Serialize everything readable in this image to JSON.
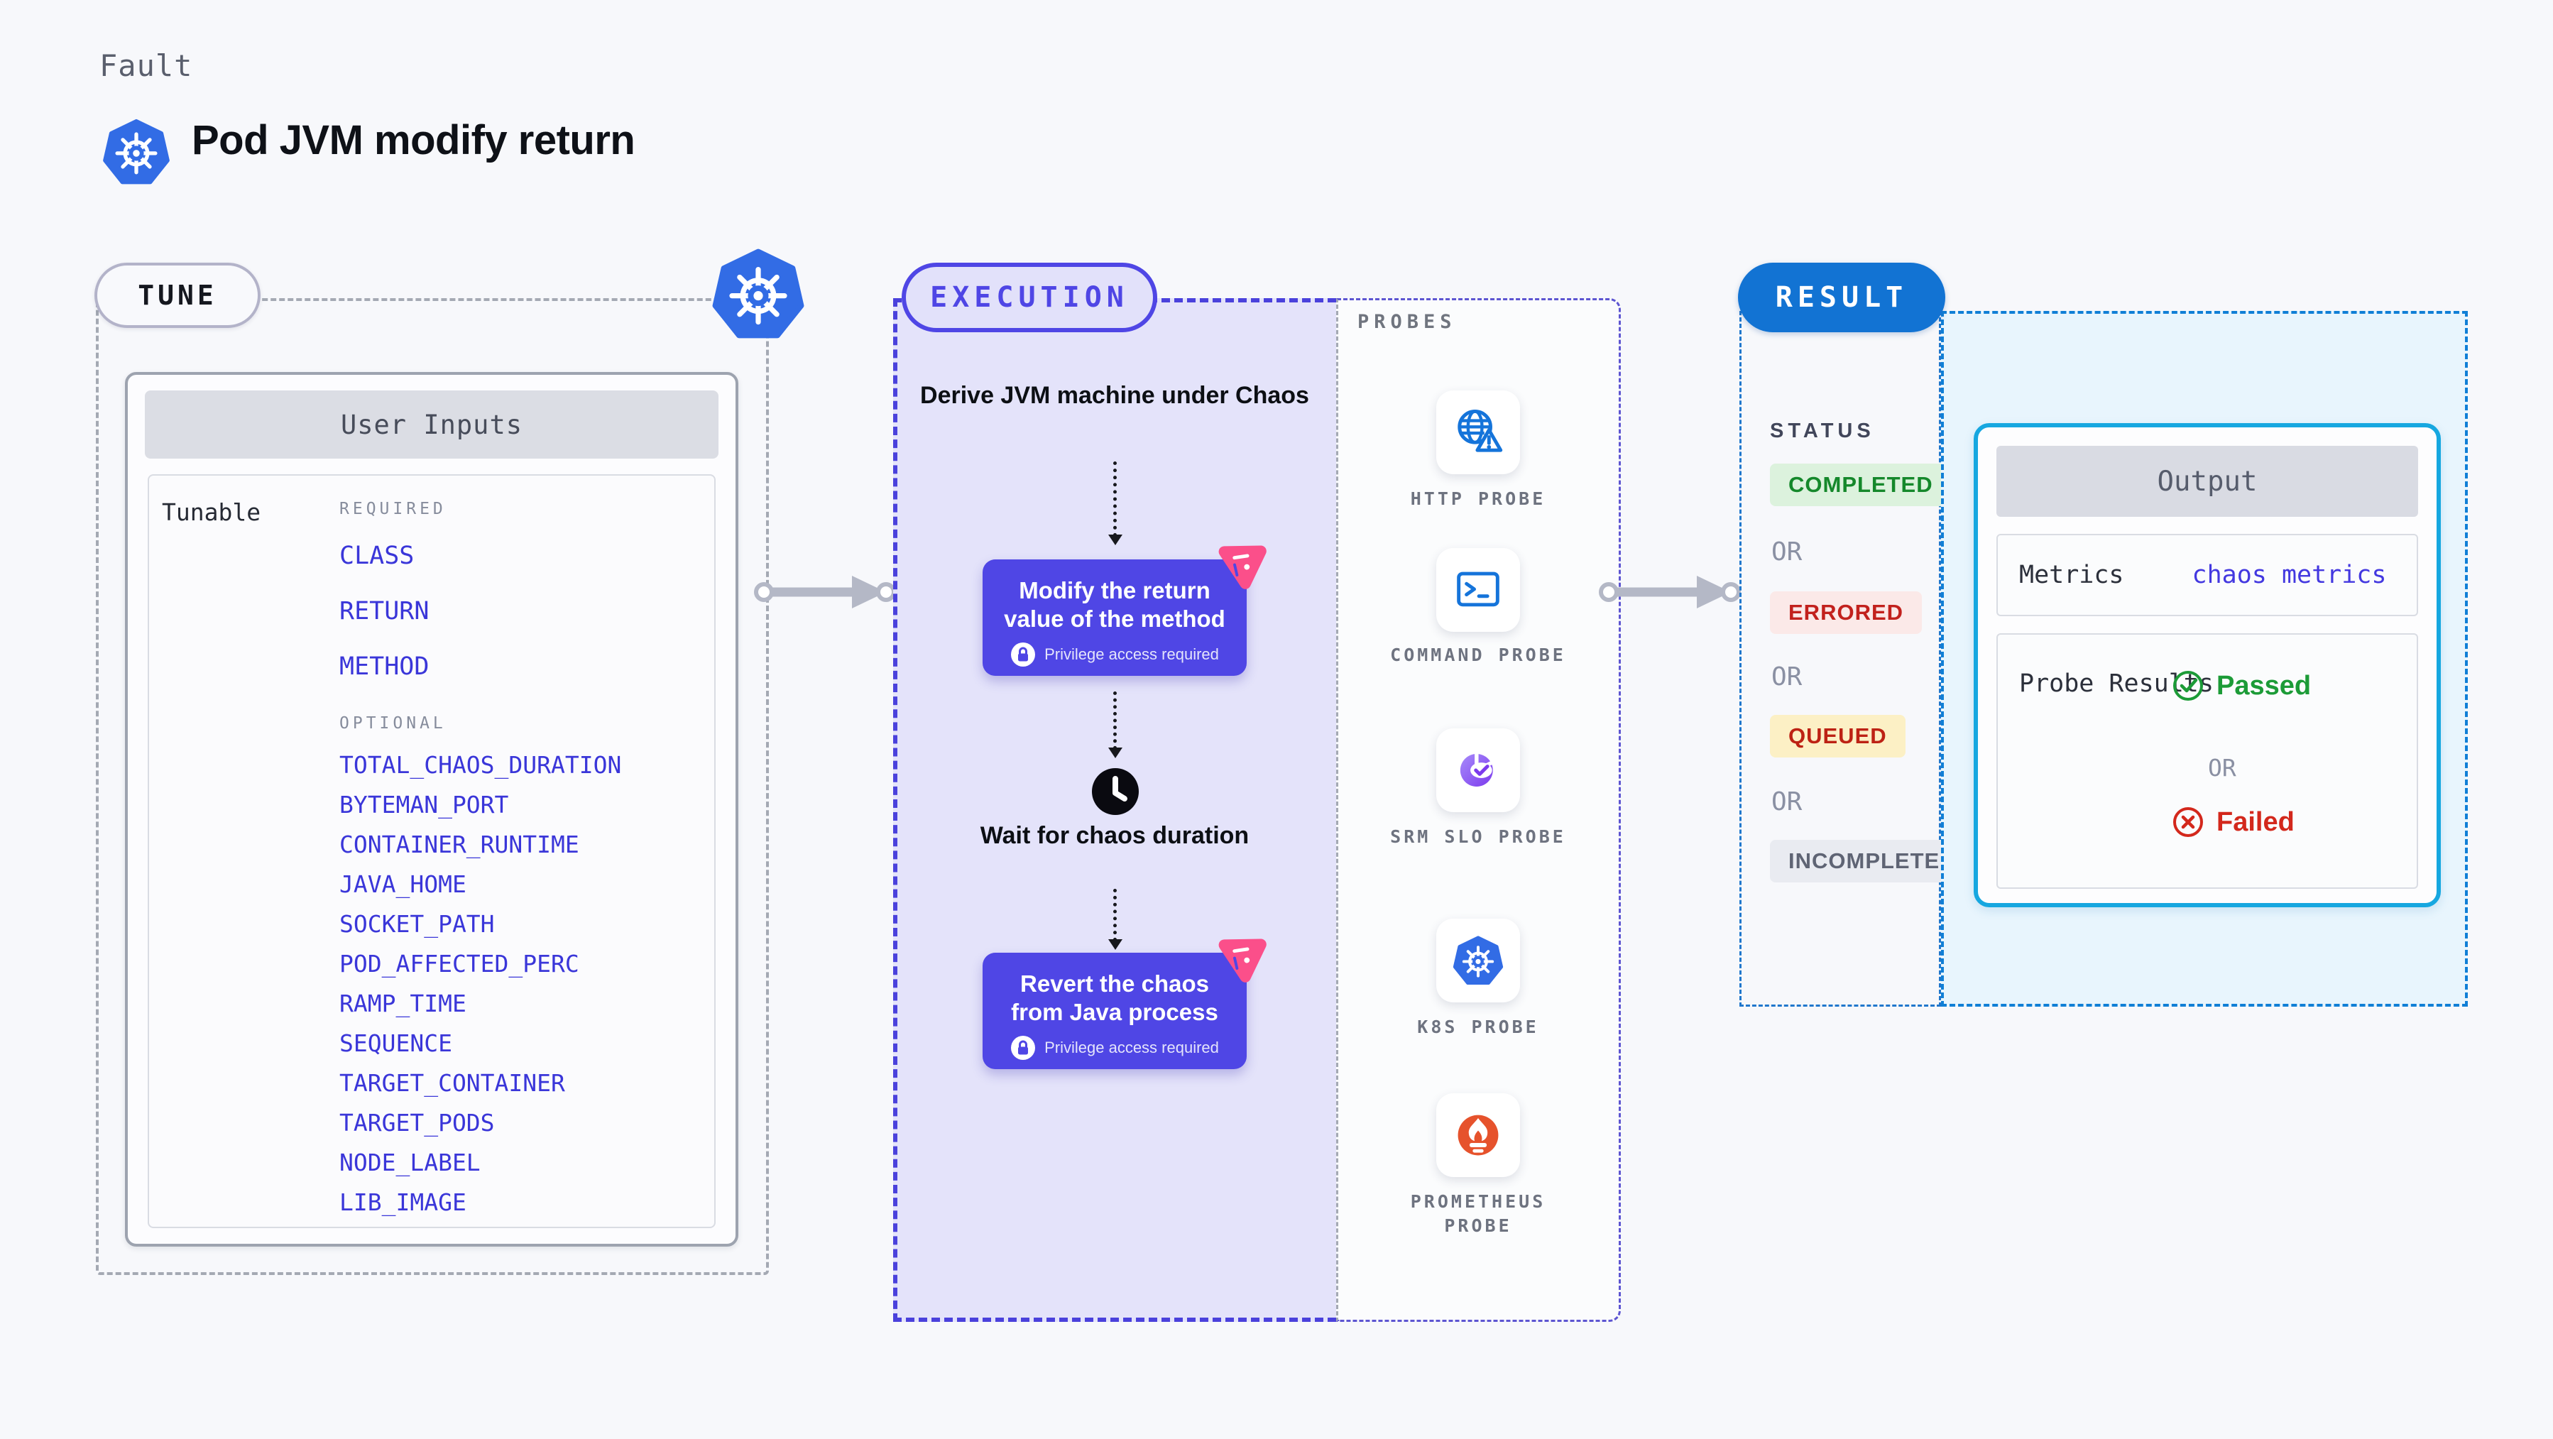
{
  "header": {
    "eyebrow": "Fault",
    "title": "Pod JVM modify return"
  },
  "tune": {
    "pill_label": "TUNE",
    "card_title": "User Inputs",
    "column_label": "Tunable",
    "required_heading": "REQUIRED",
    "optional_heading": "OPTIONAL",
    "required_inputs": [
      "CLASS",
      "RETURN",
      "METHOD"
    ],
    "optional_inputs": [
      "TOTAL_CHAOS_DURATION",
      "BYTEMAN_PORT",
      "CONTAINER_RUNTIME",
      "JAVA_HOME",
      "SOCKET_PATH",
      "POD_AFFECTED_PERC",
      "RAMP_TIME",
      "SEQUENCE",
      "TARGET_CONTAINER",
      "TARGET_PODS",
      "NODE_LABEL",
      "LIB_IMAGE"
    ]
  },
  "execution": {
    "pill_label": "EXECUTION",
    "step_derive": "Derive JVM machine under Chaos",
    "node_modify": "Modify the return value of the method",
    "step_wait": "Wait for chaos duration",
    "node_revert": "Revert the chaos from Java process",
    "privilege_note": "Privilege access required"
  },
  "probes": {
    "heading": "PROBES",
    "items": [
      {
        "label": "HTTP PROBE",
        "icon": "globe-warning-icon"
      },
      {
        "label": "COMMAND PROBE",
        "icon": "terminal-icon"
      },
      {
        "label": "SRM SLO PROBE",
        "icon": "slo-pie-icon"
      },
      {
        "label": "K8S PROBE",
        "icon": "kubernetes-icon"
      },
      {
        "label": "PROMETHEUS PROBE",
        "icon": "prometheus-icon"
      }
    ]
  },
  "result": {
    "pill_label": "RESULT",
    "status_heading": "STATUS",
    "or_label": "OR",
    "statuses": [
      {
        "label": "COMPLETED",
        "text_color": "#15882b",
        "bg_color": "#dcf2dd"
      },
      {
        "label": "ERRORED",
        "text_color": "#c2211d",
        "bg_color": "#fbe9e8"
      },
      {
        "label": "QUEUED",
        "text_color": "#bd2214",
        "bg_color": "#fcf0c5"
      },
      {
        "label": "INCOMPLETED",
        "text_color": "#5f6474",
        "bg_color": "#e9ebf1"
      }
    ],
    "output": {
      "title": "Output",
      "metrics_label": "Metrics",
      "metrics_value": "chaos metrics",
      "probe_results_label": "Probe Results",
      "passed_label": "Passed",
      "or_label": "OR",
      "failed_label": "Failed"
    }
  },
  "colors": {
    "kubernetes_blue": "#326ce5",
    "execution_indigo": "#4f46e5",
    "execution_panel": "#e4e3fa",
    "result_blue": "#1273d3",
    "output_border": "#16a7e0",
    "passed_green": "#1c9b37",
    "failed_red": "#d3281c",
    "chaos_pink": "#fb4f8a",
    "link_indigo": "#3a36d9"
  }
}
